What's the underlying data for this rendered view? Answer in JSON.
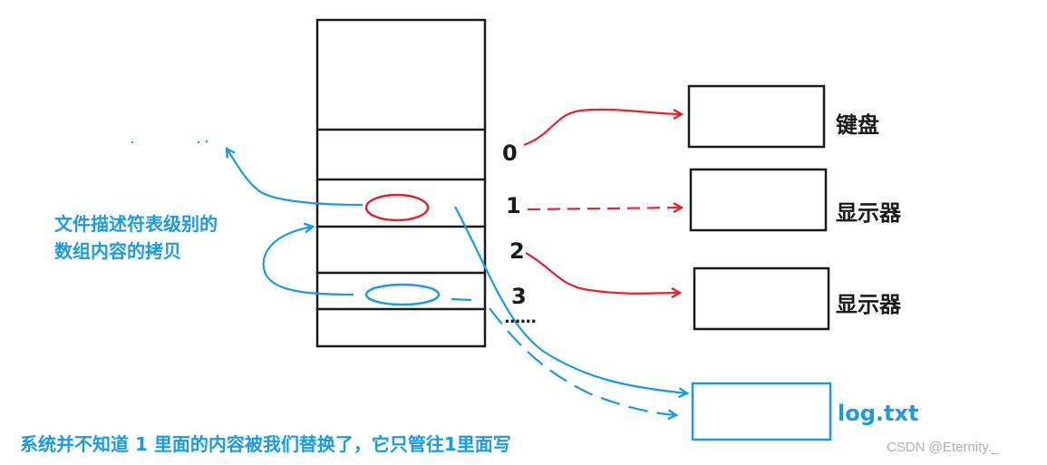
{
  "fd_labels": [
    "0",
    "1",
    "2",
    "3",
    "......"
  ],
  "devices": [
    {
      "name": "键盘"
    },
    {
      "name": "显示器"
    },
    {
      "name": "显示器"
    }
  ],
  "log_file": "log.txt",
  "notes": {
    "copy_line1": "文件描述符表级别的",
    "copy_line2": "数组内容的拷贝",
    "bottom": "系统并不知道 1 里面的内容被我们替换了，它只管往1里面写"
  },
  "watermark": "CSDN @Eternity._",
  "colors": {
    "red": "#e0252f",
    "blue": "#1a9be0",
    "black": "#1a1a1a"
  }
}
